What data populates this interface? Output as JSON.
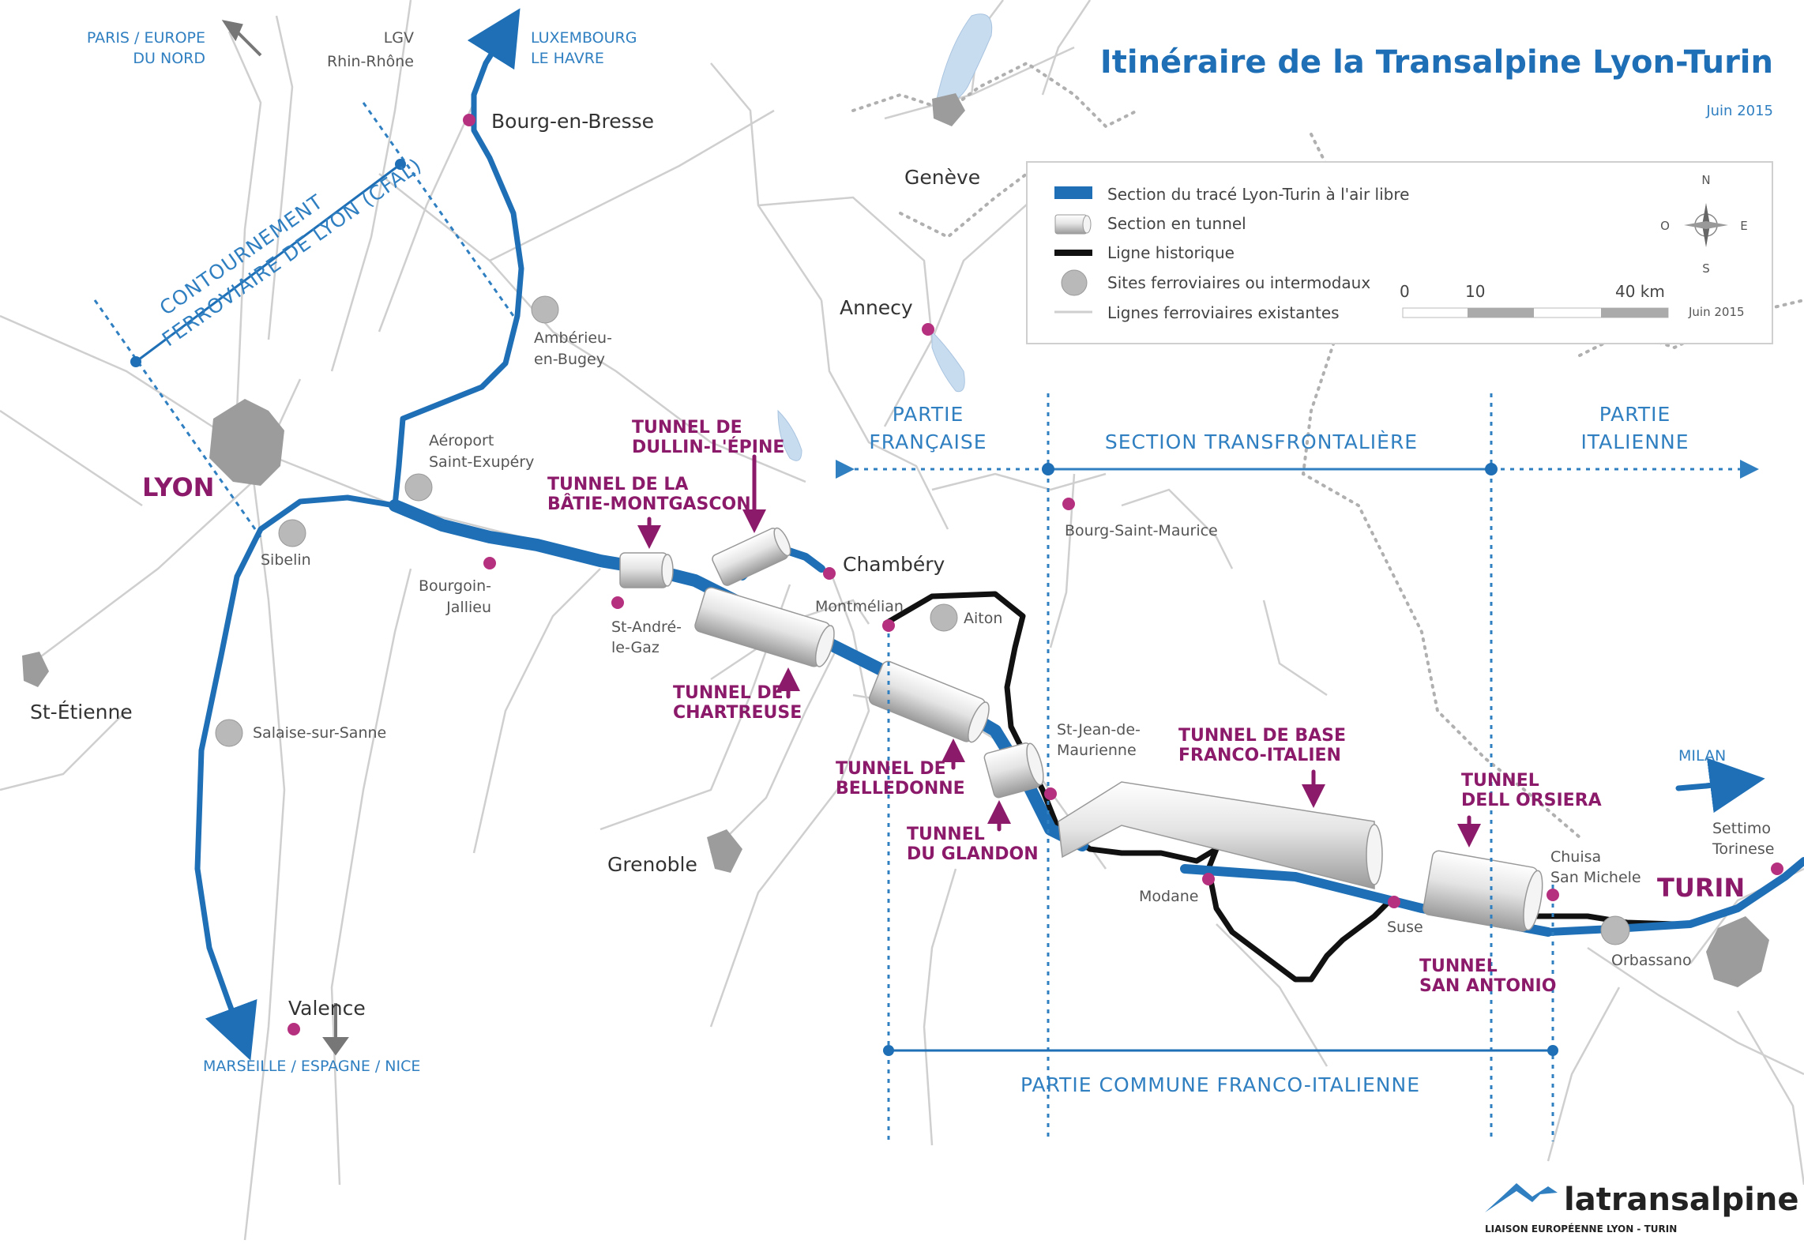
{
  "title": "Itinéraire de la Transalpine Lyon-Turin",
  "date": "Juin 2015",
  "legend": {
    "items": [
      "Section du tracé Lyon-Turin à l'air libre",
      "Section en tunnel",
      "Ligne historique",
      "Sites ferroviaires ou intermodaux",
      "Lignes ferroviaires existantes"
    ],
    "scale": {
      "zero": "0",
      "ten": "10",
      "forty": "40 km"
    },
    "scale_date": "Juin 2015",
    "compass": {
      "n": "N",
      "s": "S",
      "e": "E",
      "w": "O"
    }
  },
  "directions": {
    "paris": [
      "PARIS / EUROPE",
      "DU NORD"
    ],
    "lux": [
      "LUXEMBOURG",
      "LE HAVRE"
    ],
    "marseille": "MARSEILLE / ESPAGNE / NICE",
    "milan": "MILAN"
  },
  "cfal": [
    "CONTOURNEMENT",
    "FERROVIAIRE DE LYON (CFAL)"
  ],
  "sections": {
    "fr": [
      "PARTIE",
      "FRANÇAISE"
    ],
    "trans": "SECTION TRANSFRONTALIÈRE",
    "it": [
      "PARTIE",
      "ITALIENNE"
    ],
    "common": "PARTIE COMMUNE FRANCO-ITALIENNE"
  },
  "cities": {
    "lyon": "LYON",
    "turin": "TURIN",
    "bourg": "Bourg-en-Bresse",
    "lgv": [
      "LGV",
      "Rhin-Rhône"
    ],
    "geneve": "Genève",
    "annecy": "Annecy",
    "chambery": "Chambéry",
    "grenoble": "Grenoble",
    "valence": "Valence",
    "stetienne": "St-Étienne",
    "amberieu": [
      "Ambérieu-",
      "en-Bugey"
    ],
    "aeroport": [
      "Aéroport",
      "Saint-Exupéry"
    ],
    "sibelin": "Sibelin",
    "bourgoin": [
      "Bourgoin-",
      "Jallieu"
    ],
    "standre": [
      "St-André-",
      "le-Gaz"
    ],
    "montmelian": "Montmélian",
    "aiton": "Aiton",
    "bsm": "Bourg-Saint-Maurice",
    "sjm": [
      "St-Jean-de-",
      "Maurienne"
    ],
    "modane": "Modane",
    "suse": "Suse",
    "chiusa": [
      "Chuisa",
      "San Michele"
    ],
    "orbassano": "Orbassano",
    "settimo": [
      "Settimo",
      "Torinese"
    ],
    "salaise": "Salaise-sur-Sanne"
  },
  "tunnels": {
    "dullin": [
      "TUNNEL DE",
      "DULLIN-L'ÉPINE"
    ],
    "batie": [
      "TUNNEL DE LA",
      "BÂTIE-MONTGASCON"
    ],
    "chartreuse": [
      "TUNNEL DE",
      "CHARTREUSE"
    ],
    "belledonne": [
      "TUNNEL DE",
      "BELLEDONNE"
    ],
    "glandon": [
      "TUNNEL",
      "DU GLANDON"
    ],
    "base": [
      "TUNNEL DE BASE",
      "FRANCO-ITALIEN"
    ],
    "orsiera": [
      "TUNNEL",
      "DELL ORSIERA"
    ],
    "sanantonio": [
      "TUNNEL",
      "SAN ANTONIO"
    ]
  },
  "logo": {
    "name": "latransalpine",
    "tagline": "LIAISON EUROPÉENNE LYON - TURIN"
  },
  "colors": {
    "route": "#1e6fb5",
    "magenta": "#8c1a6a",
    "rail": "#cccccc",
    "historic": "#111111",
    "border": "#b0b0b0"
  }
}
